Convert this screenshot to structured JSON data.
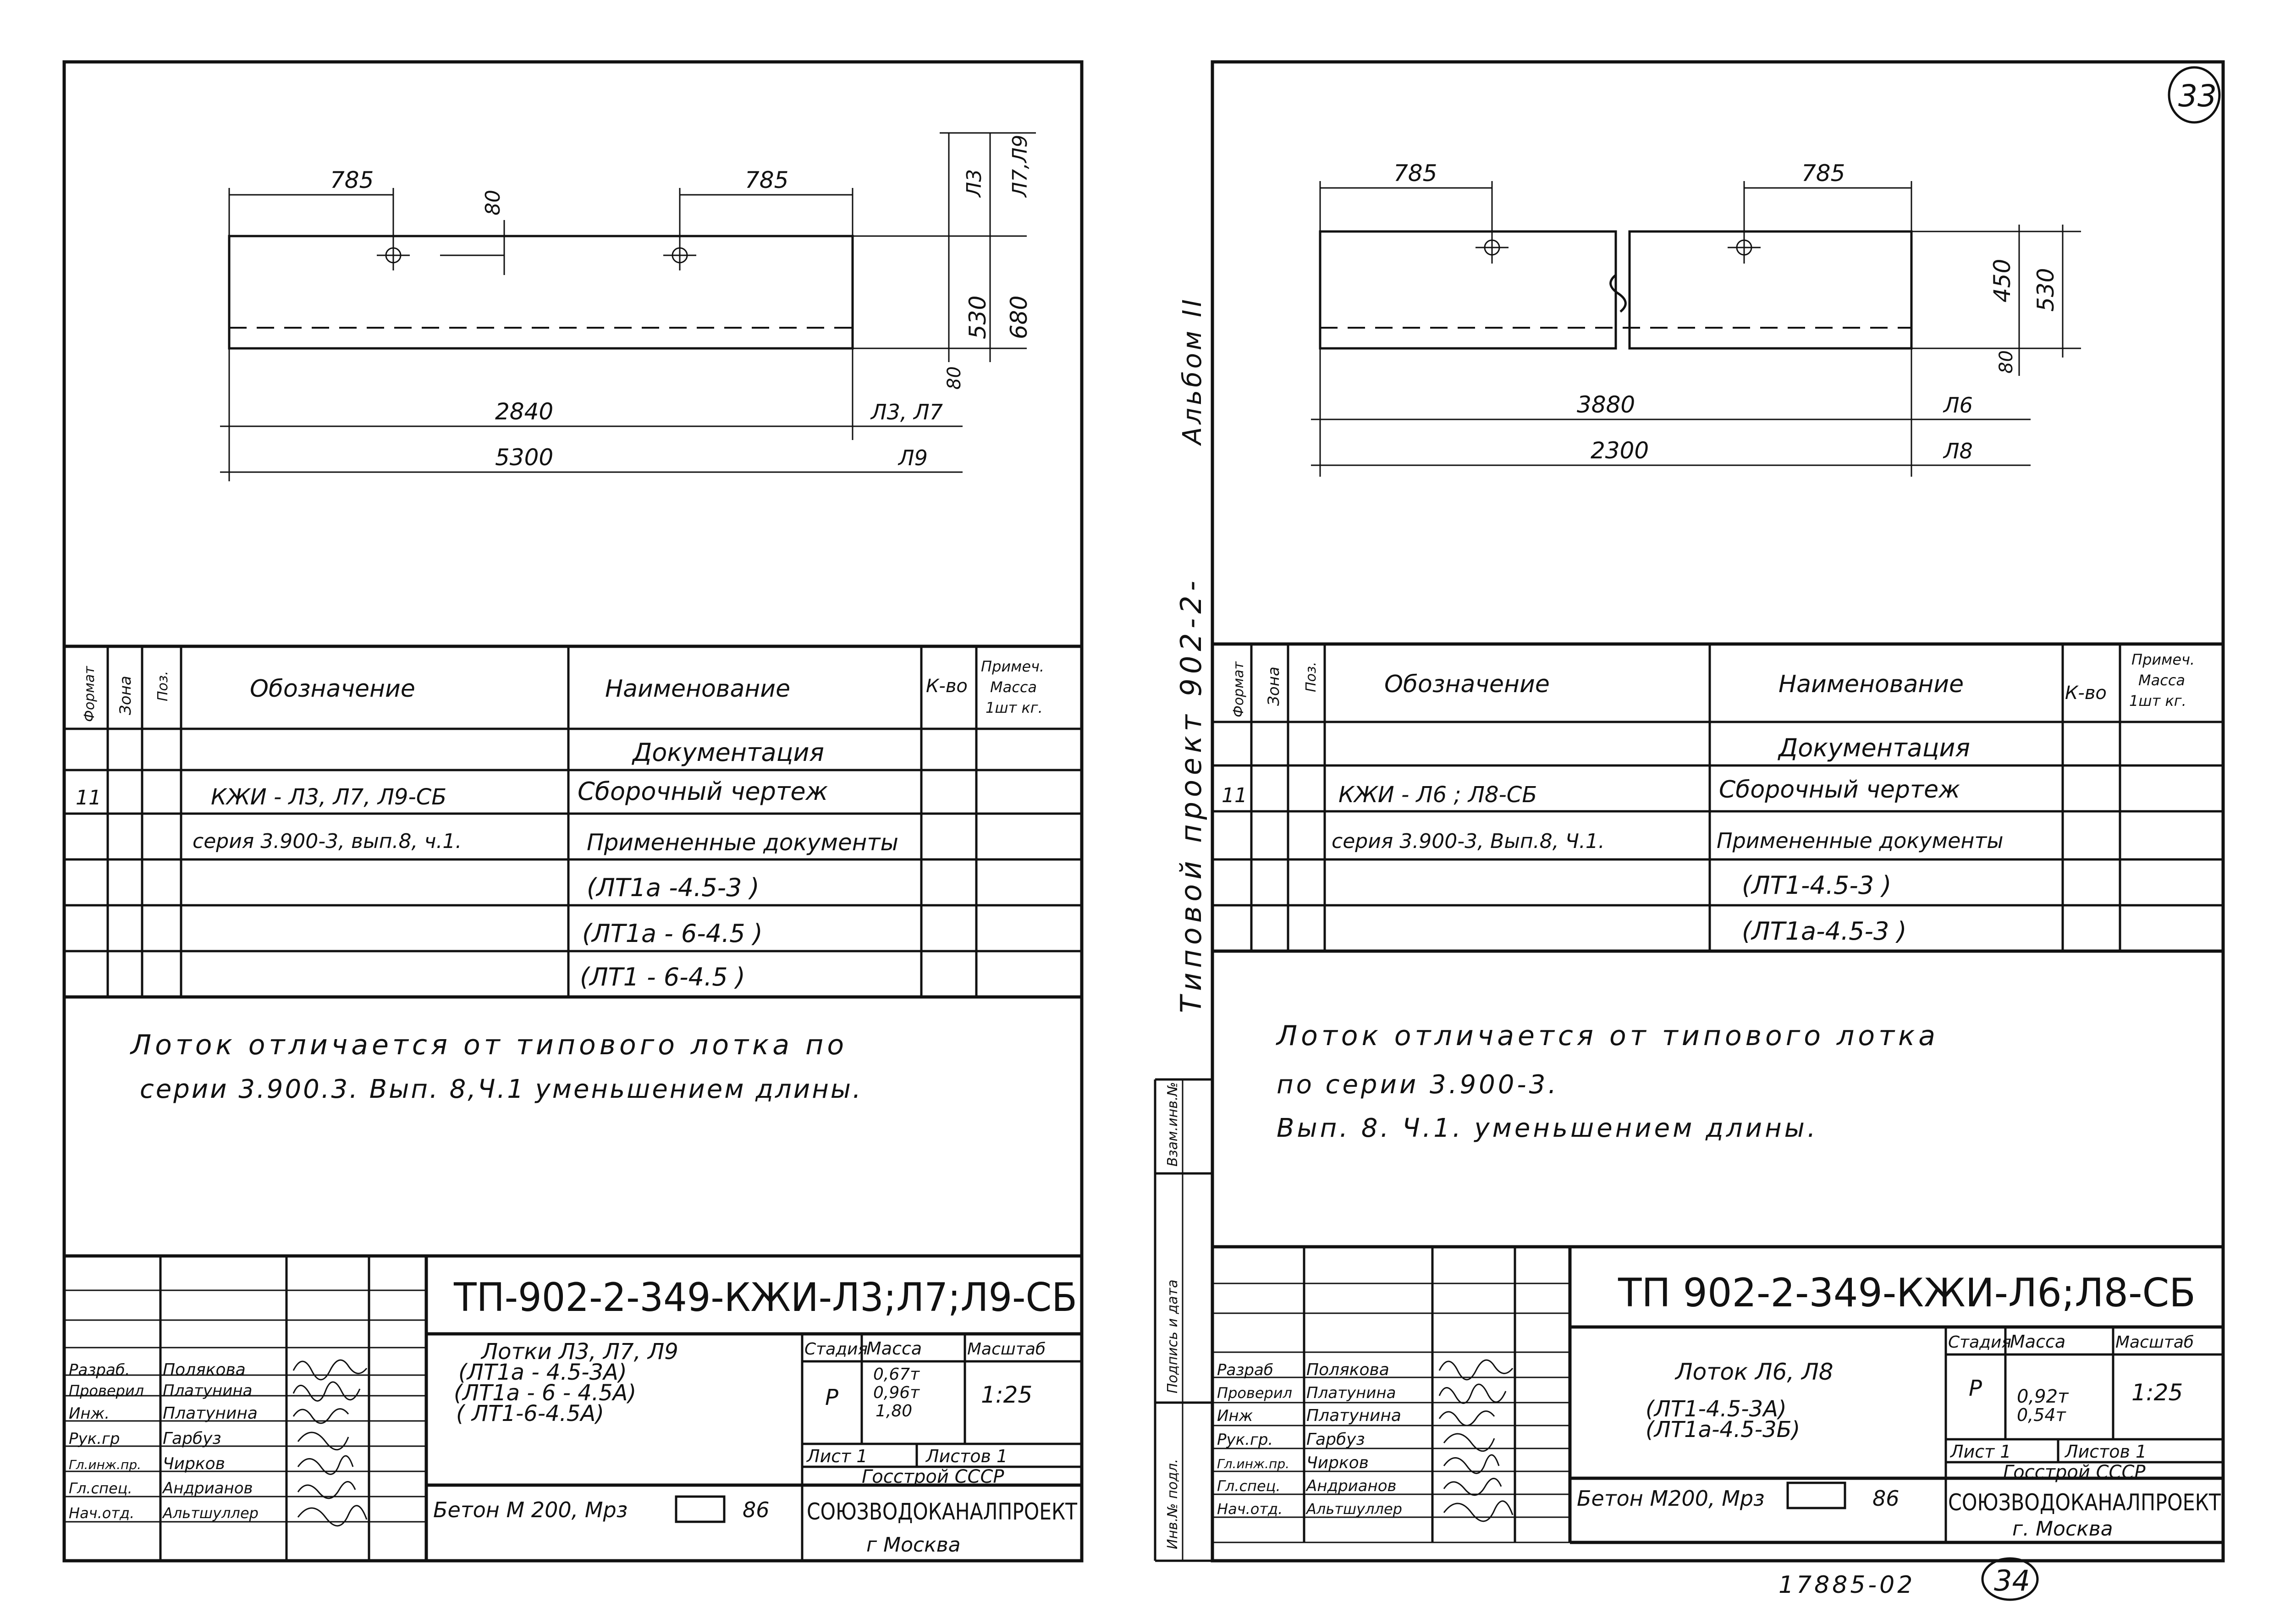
{
  "page_number_top": "33",
  "page_number_bottom": "34",
  "archive_number": "17885-02",
  "side_label": "Типовой проект 902-2-",
  "side_album": "Альбом II",
  "side_stamp": {
    "inv_podl": "Инв.№ подл.",
    "podpis": "Подпись и дата",
    "vzam": "Взам.инв.№"
  },
  "spec_headers": {
    "format": "Формат",
    "zona": "Зона",
    "poz": "Поз.",
    "oboz": "Обозначение",
    "naim": "Наименование",
    "kol": "К-во",
    "prim": [
      "Примеч.",
      "Масса",
      "1шт кг."
    ]
  },
  "left": {
    "dims": {
      "top_left": "785",
      "top_right": "785",
      "gap": "80",
      "h1": "530",
      "h2": "680",
      "h_bottom": "80",
      "label_l3": "Л3",
      "label_l7l9": "Л7,Л9",
      "len1": "2840",
      "len1_label": "Л3, Л7",
      "len2": "5300",
      "len2_label": "Л9"
    },
    "spec_rows": [
      {
        "format": "",
        "oboz": "",
        "naim": "Документация"
      },
      {
        "format": "11",
        "oboz": "КЖИ - Л3, Л7, Л9-СБ",
        "naim": "Сборочный чертеж"
      },
      {
        "format": "",
        "oboz": "серия 3.900-3, вып.8, ч.1.",
        "naim": "Примененные документы"
      },
      {
        "format": "",
        "oboz": "",
        "naim": "(ЛТ1а -4.5-3 )"
      },
      {
        "format": "",
        "oboz": "",
        "naim": "(ЛТ1а - 6-4.5 )"
      },
      {
        "format": "",
        "oboz": "",
        "naim": "(ЛТ1 - 6-4.5 )"
      }
    ],
    "note_line1": "Лоток отличается от типового лотка по",
    "note_line2": "серии 3.900.3. Вып. 8,Ч.1 уменьшением длины.",
    "code": "ТП-902-2-349-КЖИ-Л3;Л7;Л9-СБ",
    "title_lines": [
      "Лотки Л3, Л7, Л9",
      "(ЛТ1а - 4.5-3А)",
      "(ЛТ1а - 6 - 4.5А)",
      "( ЛТ1-6-4.5А)"
    ],
    "stadia_label": "Стадия",
    "massa_label": "Масса",
    "masshtab_label": "Масштаб",
    "stadia": "Р",
    "massa": [
      "0,67т",
      "0,96т",
      "1,80"
    ],
    "masshtab": "1:25",
    "list": "Лист 1",
    "listov": "Листов 1",
    "material": "Бетон М 200, Мрз",
    "material_val": "86",
    "org1": "Госстрой СССР",
    "org2": "СОЮЗВОДОКАНАЛПРОЕКТ",
    "org3": "г Москва",
    "people": [
      {
        "role": "Разраб.",
        "name": "Полякова"
      },
      {
        "role": "Проверил",
        "name": "Платунина"
      },
      {
        "role": "Инж.",
        "name": "Платунина"
      },
      {
        "role": "Рук.гр",
        "name": "Гарбуз"
      },
      {
        "role": "Гл.инж.пр.",
        "name": "Чирков"
      },
      {
        "role": "Гл.спец.",
        "name": "Андрианов"
      },
      {
        "role": "Нач.отд.",
        "name": "Альтшуллер"
      }
    ]
  },
  "right": {
    "dims": {
      "top_left": "785",
      "top_right": "785",
      "h1": "450",
      "h2": "530",
      "h_bottom": "80",
      "len1": "3880",
      "len1_label": "Л6",
      "len2": "2300",
      "len2_label": "Л8"
    },
    "spec_rows": [
      {
        "format": "",
        "oboz": "",
        "naim": "Документация"
      },
      {
        "format": "11",
        "oboz": "КЖИ - Л6 ; Л8-СБ",
        "naim": "Сборочный чертеж"
      },
      {
        "format": "",
        "oboz": "серия 3.900-3, Вып.8, Ч.1.",
        "naim": "Примененные документы"
      },
      {
        "format": "",
        "oboz": "",
        "naim": "(ЛТ1-4.5-3 )"
      },
      {
        "format": "",
        "oboz": "",
        "naim": "(ЛТ1а-4.5-3 )"
      }
    ],
    "note_line1": "Лоток отличается от типового лотка",
    "note_line2": "по серии 3.900-3.",
    "note_line3": "Вып. 8. Ч.1. уменьшением длины.",
    "code": "ТП 902-2-349-КЖИ-Л6;Л8-СБ",
    "title_lines": [
      "Лоток Л6, Л8",
      "(ЛТ1-4.5-3А)",
      "(ЛТ1а-4.5-3Б)"
    ],
    "stadia_label": "Стадия",
    "massa_label": "Масса",
    "masshtab_label": "Масштаб",
    "stadia": "Р",
    "massa": [
      "0,92т",
      "0,54т"
    ],
    "masshtab": "1:25",
    "list": "Лист 1",
    "listov": "Листов 1",
    "material": "Бетон М200, Мрз",
    "material_val": "86",
    "org1": "Госстрой СССР",
    "org2": "СОЮЗВОДОКАНАЛПРОЕКТ",
    "org3": "г. Москва",
    "people": [
      {
        "role": "Разраб",
        "name": "Полякова"
      },
      {
        "role": "Проверил",
        "name": "Платунина"
      },
      {
        "role": "Инж",
        "name": "Платунина"
      },
      {
        "role": "Рук.гр.",
        "name": "Гарбуз"
      },
      {
        "role": "Гл.инж.пр.",
        "name": "Чирков"
      },
      {
        "role": "Гл.спец.",
        "name": "Андрианов"
      },
      {
        "role": "Нач.отд.",
        "name": "Альтшуллер"
      }
    ]
  }
}
